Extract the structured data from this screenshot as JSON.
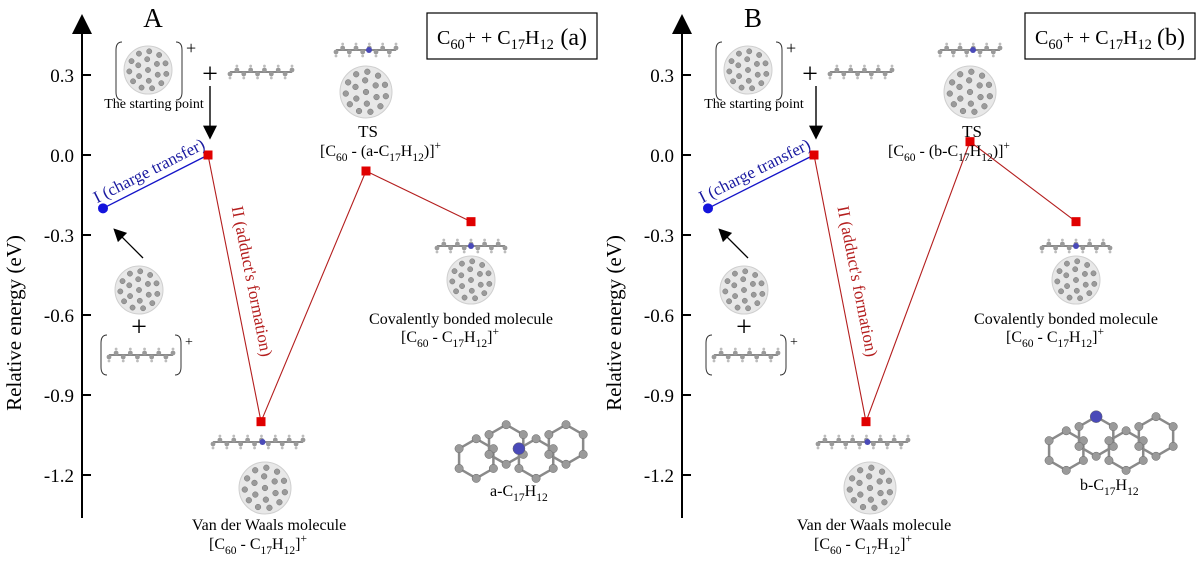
{
  "chart_data": [
    {
      "type": "line",
      "panel": "A",
      "title": "C60+ + C17H12 (a)",
      "ylabel": "Relative energy (eV)",
      "ylim": [
        -1.35,
        0.45
      ],
      "yticks": [
        "0.3",
        "0.0",
        "-0.3",
        "-0.6",
        "-0.9",
        "-1.2"
      ],
      "start_point": {
        "label": "The starting point",
        "y": 0.0
      },
      "pathway_I": {
        "label": "I (charge transfer)",
        "values": [
          -0.2,
          0.0
        ]
      },
      "pathway_II": {
        "label": "II (adduct's formation)",
        "values": [
          0.0,
          -1.0,
          -0.06,
          -0.25
        ]
      },
      "states": {
        "ts": {
          "label": "TS",
          "formula": "[C60 - (a-C17H12)]+",
          "y": -0.06
        },
        "vdw": {
          "label": "Van der Waals molecule",
          "formula": "[C60 - C17H12]+",
          "y": -1.0
        },
        "cov": {
          "label": "Covalently bonded molecule",
          "formula": "[C60 - C17H12]+",
          "y": -0.25
        }
      },
      "isomer_label": "a-C17H12"
    },
    {
      "type": "line",
      "panel": "B",
      "title": "C60+ + C17H12 (b)",
      "ylabel": "Relative energy (eV)",
      "ylim": [
        -1.35,
        0.45
      ],
      "yticks": [
        "0.3",
        "0.0",
        "-0.3",
        "-0.6",
        "-0.9",
        "-1.2"
      ],
      "start_point": {
        "label": "The starting point",
        "y": 0.0
      },
      "pathway_I": {
        "label": "I (charge transfer)",
        "values": [
          -0.2,
          0.0
        ]
      },
      "pathway_II": {
        "label": "II (adduct's formation)",
        "values": [
          0.0,
          -1.0,
          0.05,
          -0.25
        ]
      },
      "states": {
        "ts": {
          "label": "TS",
          "formula": "[C60 - (b-C17H12)]+",
          "y": 0.05
        },
        "vdw": {
          "label": "Van der Waals molecule",
          "formula": "[C60 - C17H12]+",
          "y": -1.0
        },
        "cov": {
          "label": "Covalently bonded molecule",
          "formula": "[C60 - C17H12]+",
          "y": -0.25
        }
      },
      "isomer_label": "b-C17H12"
    }
  ],
  "colors": {
    "pathway_I": "#1414c8",
    "pathway_II": "#b41e1e",
    "marker_II": "#e00000",
    "marker_I": "#1414dc",
    "atom_C": "#9a9a9a",
    "atom_N": "#4a4ab8",
    "atom_O": "#c86464"
  }
}
